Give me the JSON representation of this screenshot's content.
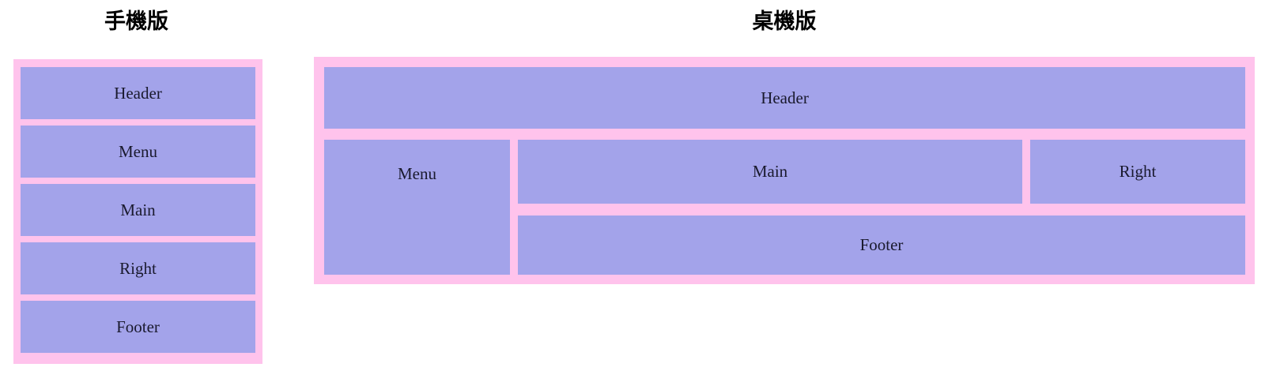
{
  "theme": {
    "pink": "#ffc3ec",
    "purple": "#a3a3ea",
    "text": "#1a1a2e",
    "background": "#ffffff"
  },
  "sections": {
    "mobile": {
      "title": "手機版",
      "blocks": [
        {
          "label": "Header"
        },
        {
          "label": "Menu"
        },
        {
          "label": "Main"
        },
        {
          "label": "Right"
        },
        {
          "label": "Footer"
        }
      ]
    },
    "desktop": {
      "title": "桌機版",
      "blocks": {
        "header": {
          "label": "Header"
        },
        "menu": {
          "label": "Menu"
        },
        "main": {
          "label": "Main"
        },
        "right": {
          "label": "Right"
        },
        "footer": {
          "label": "Footer"
        }
      }
    }
  }
}
